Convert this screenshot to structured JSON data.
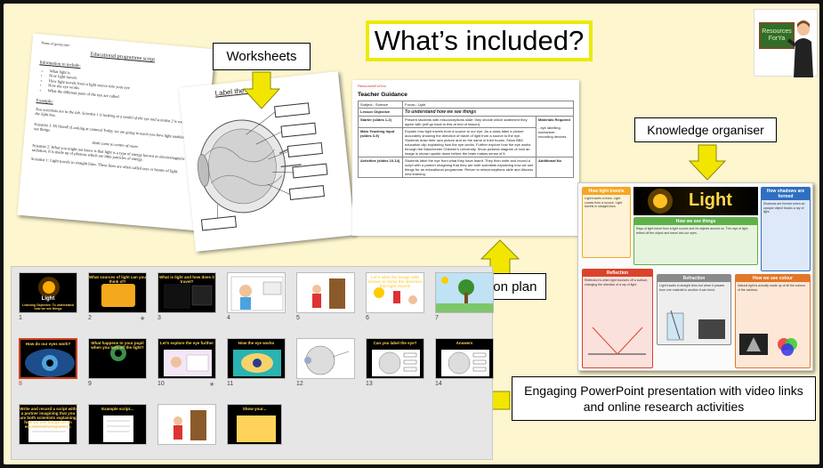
{
  "heading": "What’s included?",
  "logo": {
    "line1": "Resources",
    "line2": "ForYa"
  },
  "labels": {
    "worksheets": "Worksheets",
    "knowledge_organiser": "Knowledge organiser",
    "lesson_plan": "Lesson plan",
    "powerpoint": "Engaging PowerPoint presentation with video links and online research activities"
  },
  "worksheet": {
    "name_line": "Name of group pair:",
    "title": "Educational programme script",
    "info_heading": "Information to include:",
    "bullets": [
      "What light is",
      "How light travels",
      "How light travels from a light source into your eye",
      "How the eye works",
      "What the different parts of the eye are called"
    ],
    "example_heading": "Example:",
    "example_text": "Two scientists are in the lab. Scientist 1 is looking at a model of the eye and scientist 2 is working with the light box.",
    "line1": "Scientist 1: Hi friend! (Looking at camera) Today we are going to teach you how light enables us to see things.",
    "line2": "Both come to centre of room",
    "line3": "Scientist 2: What you might not know is that light is a type of energy known as electromagnetic radiation. It is made up of photons which are little particles of energy.",
    "line4": "Scientist 1: Light travels in straight lines. These lines are often called rays or beams of light."
  },
  "eye_sheet": {
    "title": "Label the eye"
  },
  "lesson": {
    "brand": "ResourcesForYou",
    "heading": "Teacher Guidance",
    "subject": "Subject:- Science",
    "focus": "Focus:- Light",
    "objective_label": "Lesson Objective",
    "objective": "To understand how we see things",
    "rows": [
      {
        "name": "Starter (slides 1-2)",
        "text": "Present students with misconceptions slide: they decide which statement they agree with (will go back to this at end of lesson)."
      },
      {
        "name": "Main Teaching Input (slides 3-9)",
        "text": "Explain how light travels from a source to our eye. As a class label a picture accurately showing the direction of travel of light from a source to the eye. Students draw their own picture and do the same in their books. Show BBC education clip explaining how the eye works. Further explore how the eye works through the Manchester Children's University. Show pictorial diagram of how an image is shown upside down before the brain makes sense of it."
      },
      {
        "name": "Activities (slides 10-14)",
        "text": "Students label the eye from what they have learnt. They then write and record a script with a partner imagining that they are both scientists explaining how we see things for an educational programme. Return to misconceptions slide and discuss new learning."
      }
    ],
    "materials_label": "Materials Required",
    "materials": "- eye labelling worksheet - recording devices",
    "additional_label": "Additional No"
  },
  "knowledge_organiser": {
    "title": "Light",
    "boxes": [
      {
        "heading": "How light travels",
        "color": "#f6a623",
        "text": "Light travels in lines. Light comes from a source. Light travels in straight lines."
      },
      {
        "heading": "How we see things",
        "color": "#5fb04a",
        "text": "Rays of light travel from a light source and hit objects around us. The rays of light reflect off the object and travel into our eyes."
      },
      {
        "heading": "How shadows are formed",
        "color": "#2f6fc1",
        "text": "Shadows are formed when an opaque object blocks a ray of light."
      },
      {
        "heading": "Reflection",
        "color": "#d9432b",
        "text": "Reflection is when light bounces off a surface, changing the direction of a ray of light."
      },
      {
        "heading": "Refraction",
        "color": "#8a8a8a",
        "text": "Light travels in straight lines but when it passes from one material to another it can bend."
      },
      {
        "heading": "How we see colour",
        "color": "#e2772a",
        "text": "Natural light is actually made up of all the colours of the rainbow."
      }
    ]
  },
  "slides": [
    {
      "num": "1",
      "title": "Light",
      "sub": "Learning Objective: To understand how we see things",
      "style": "dark-sun"
    },
    {
      "num": "2",
      "title": "What sources of light can you think of?",
      "sub": "",
      "style": "yellow-box",
      "star": true
    },
    {
      "num": "3",
      "title": "What is light and how does it travel?",
      "sub": "",
      "style": "dark-text"
    },
    {
      "num": "4",
      "title": "",
      "sub": "",
      "style": "cartoon"
    },
    {
      "num": "5",
      "title": "",
      "sub": "",
      "style": "door"
    },
    {
      "num": "6",
      "title": "Let's label the image with arrows to show the direction that light travels",
      "sub": "",
      "style": "sun-eye"
    },
    {
      "num": "7",
      "title": "",
      "sub": "",
      "style": "tree"
    },
    {
      "num": "8",
      "title": "How do our eyes work?",
      "sub": "",
      "style": "blue-eye",
      "selected": true
    },
    {
      "num": "9",
      "title": "What happens to your pupil when you turn off the light?",
      "sub": "",
      "style": "pupil"
    },
    {
      "num": "10",
      "title": "Let's explore the eye further",
      "sub": "",
      "style": "explore",
      "star": true
    },
    {
      "num": "11",
      "title": "How the eye works",
      "sub": "",
      "style": "teal-eye"
    },
    {
      "num": "12",
      "title": "",
      "sub": "",
      "style": "diagram"
    },
    {
      "num": "13",
      "title": "Can you label the eye?",
      "sub": "",
      "style": "label-eye"
    },
    {
      "num": "14",
      "title": "Answers",
      "sub": "",
      "style": "answers"
    },
    {
      "num": "",
      "title": "Write and record a script with a partner imagining that you are both scientists explaining how we see things for an educational programme.",
      "sub": "",
      "style": "script-task"
    },
    {
      "num": "",
      "title": "Example script...",
      "sub": "",
      "style": "script-eg"
    },
    {
      "num": "",
      "title": "",
      "sub": "",
      "style": "door2"
    },
    {
      "num": "",
      "title": "Show your...",
      "sub": "",
      "style": "partial"
    }
  ],
  "colors": {
    "slide_bg": "#fdf6cf",
    "arrow": "#f2e600",
    "arrow_border": "#8a8a00",
    "heading_border": "#e8e600"
  }
}
